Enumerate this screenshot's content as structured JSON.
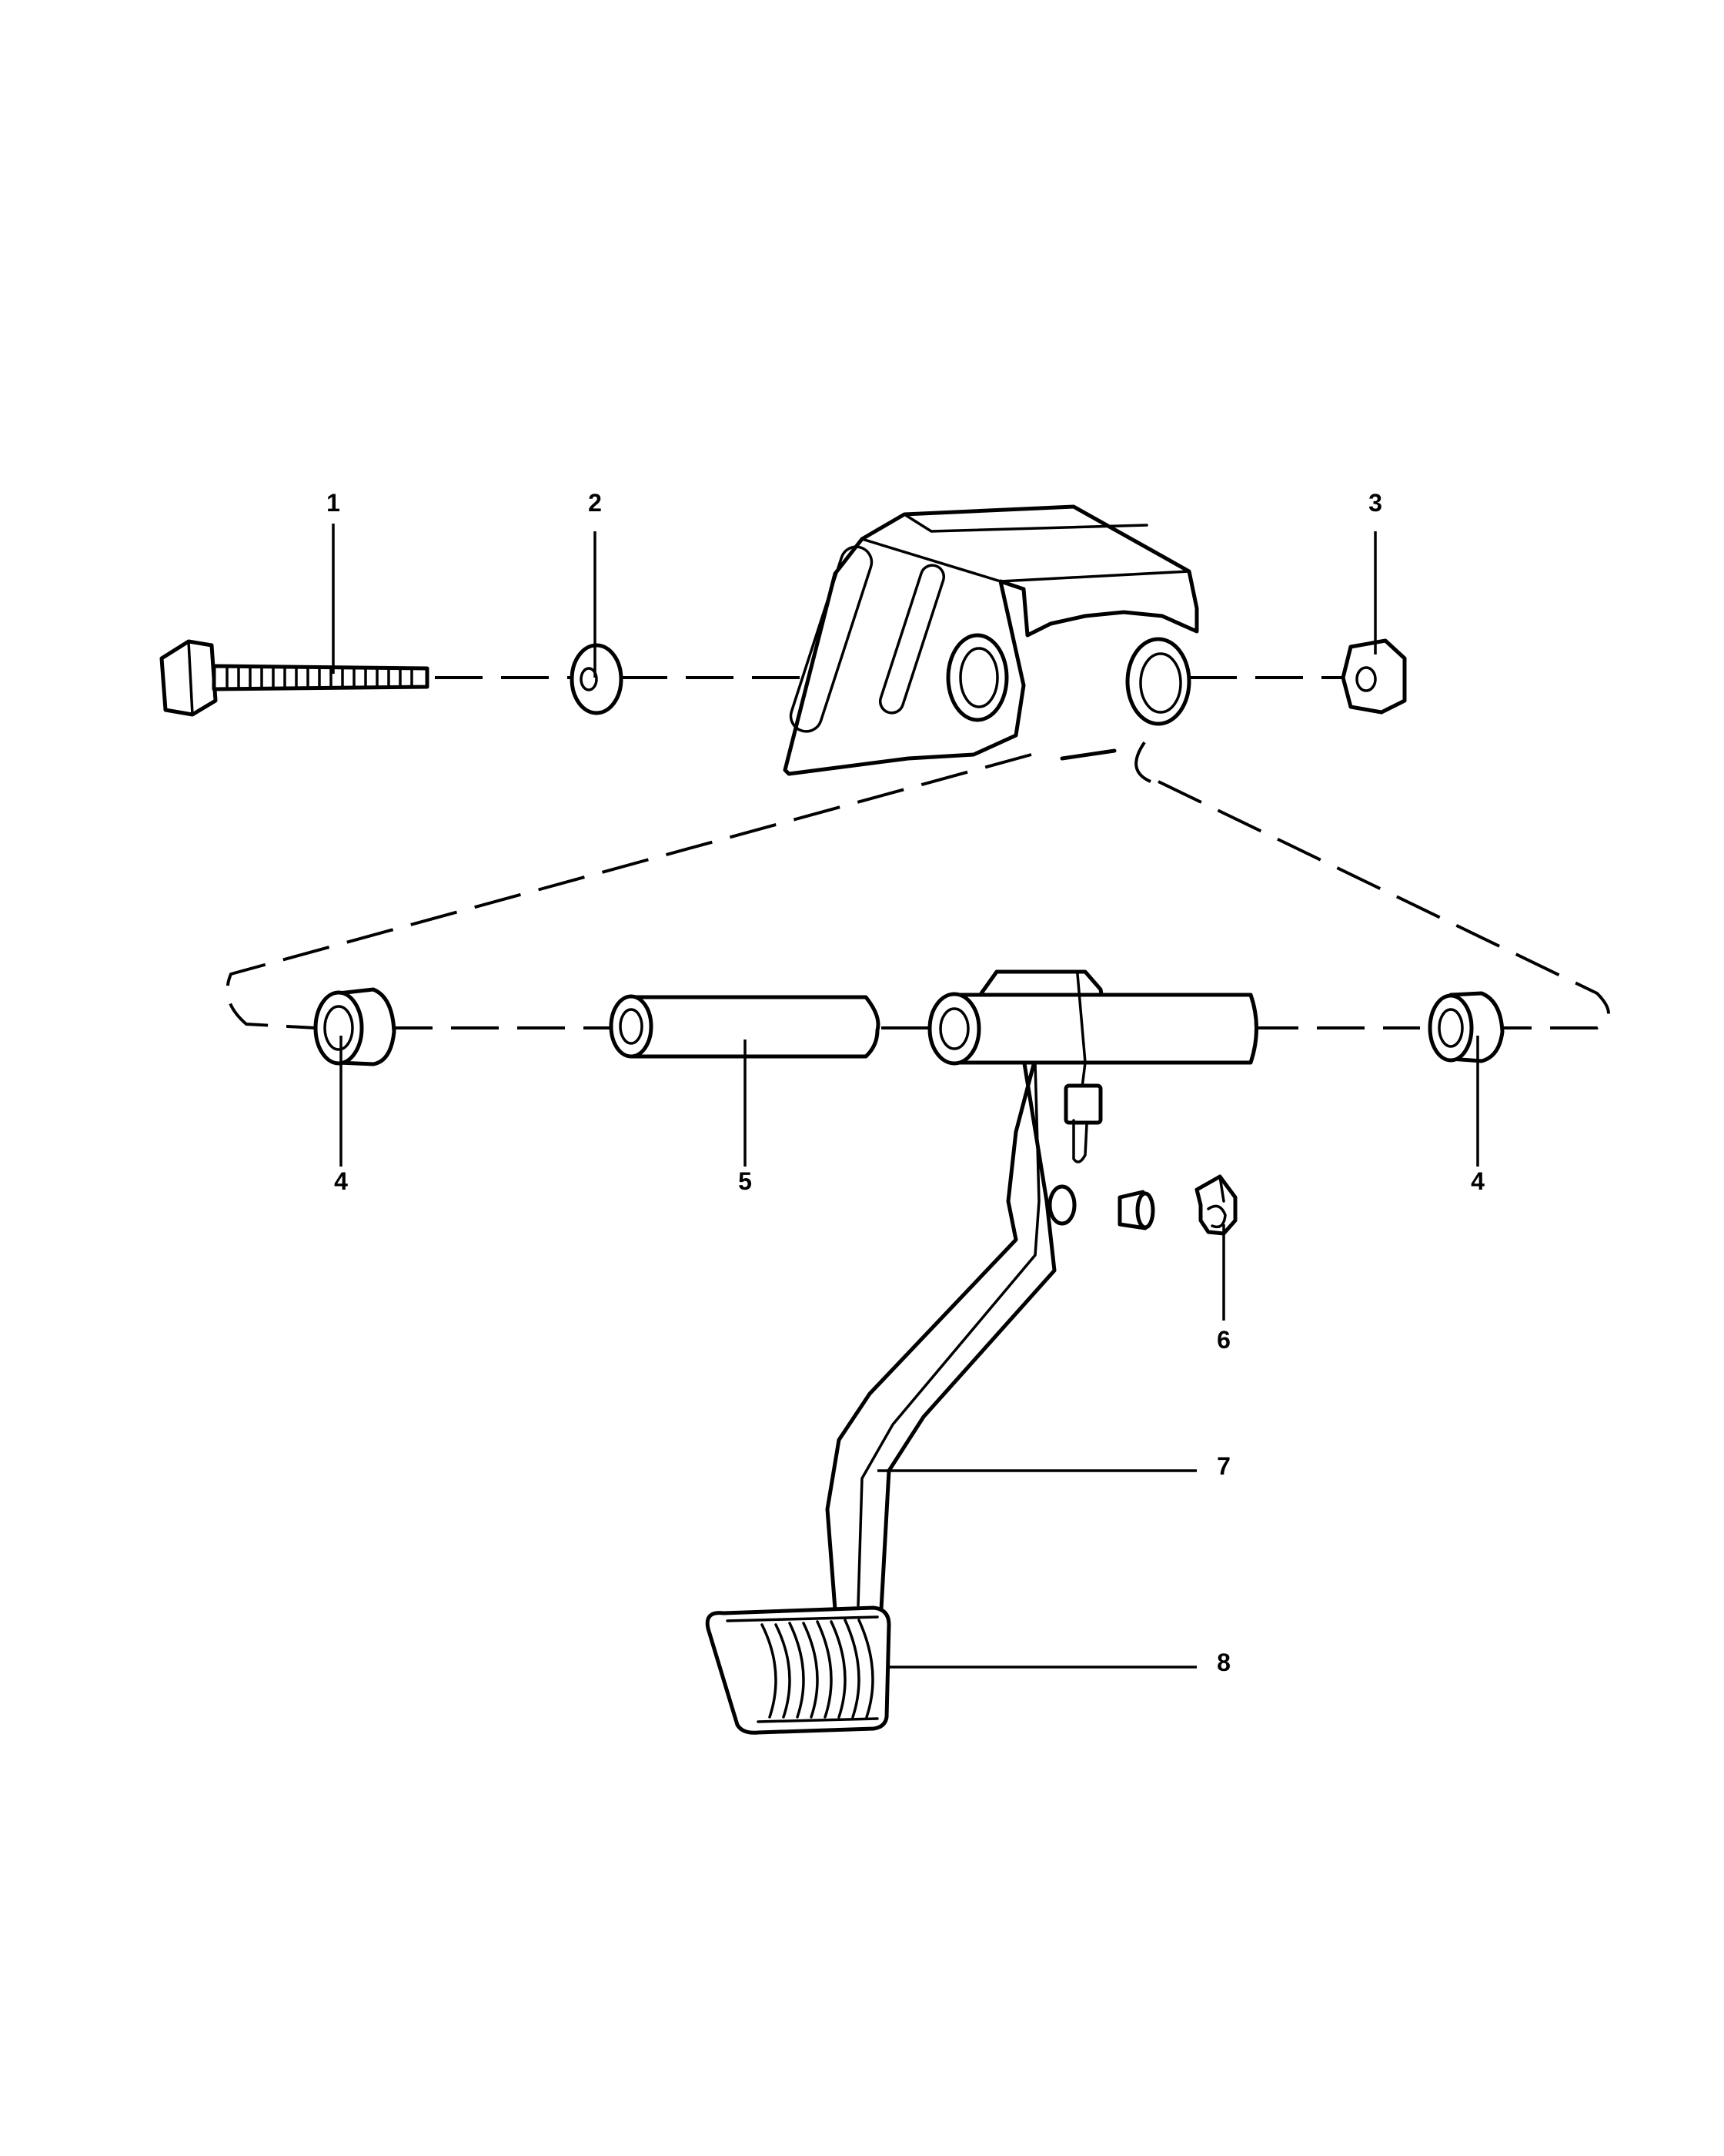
{
  "diagram": {
    "callouts": [
      {
        "id": "c1",
        "text": "1"
      },
      {
        "id": "c2",
        "text": "2"
      },
      {
        "id": "c3",
        "text": "3"
      },
      {
        "id": "c4a",
        "text": "4"
      },
      {
        "id": "c4b",
        "text": "4"
      },
      {
        "id": "c5",
        "text": "5"
      },
      {
        "id": "c6",
        "text": "6"
      },
      {
        "id": "c7",
        "text": "7"
      },
      {
        "id": "c8",
        "text": "8"
      }
    ]
  }
}
